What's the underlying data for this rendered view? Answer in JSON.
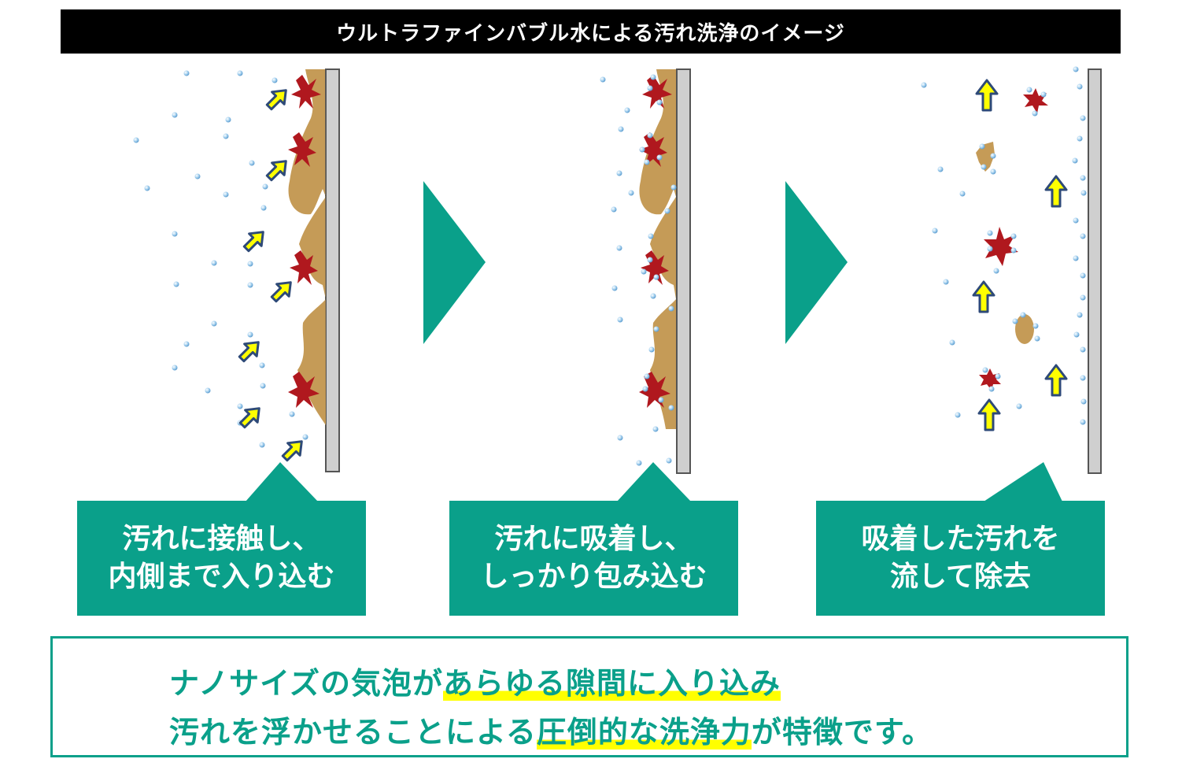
{
  "title": "ウルトラファインバブル水による汚れ洗浄のイメージ",
  "steps": [
    {
      "line1": "汚れに接触し、",
      "line2": "内側まで入り込む"
    },
    {
      "line1": "汚れに吸着し、",
      "line2": "しっかり包み込む"
    },
    {
      "line1": "吸着した汚れを",
      "line2": "流して除去"
    }
  ],
  "summary": {
    "line1_a": "ナノサイズの気泡が",
    "line1_b": "あらゆる隙間に入り込み",
    "line2_a": "汚れを浮かせることによる",
    "line2_b": "圧倒的な洗浄力",
    "line2_c": "が特徴です。"
  },
  "colors": {
    "title_bg": "#000000",
    "accent": "#0aa08a",
    "highlight": "#ffff00",
    "dirt": "#c59b57",
    "stain": "#b0181e",
    "bubble": "#9cc8e8",
    "arrow_fill": "#ffff00",
    "arrow_stroke": "#2e4a78",
    "wall": "#cfcfcf"
  }
}
